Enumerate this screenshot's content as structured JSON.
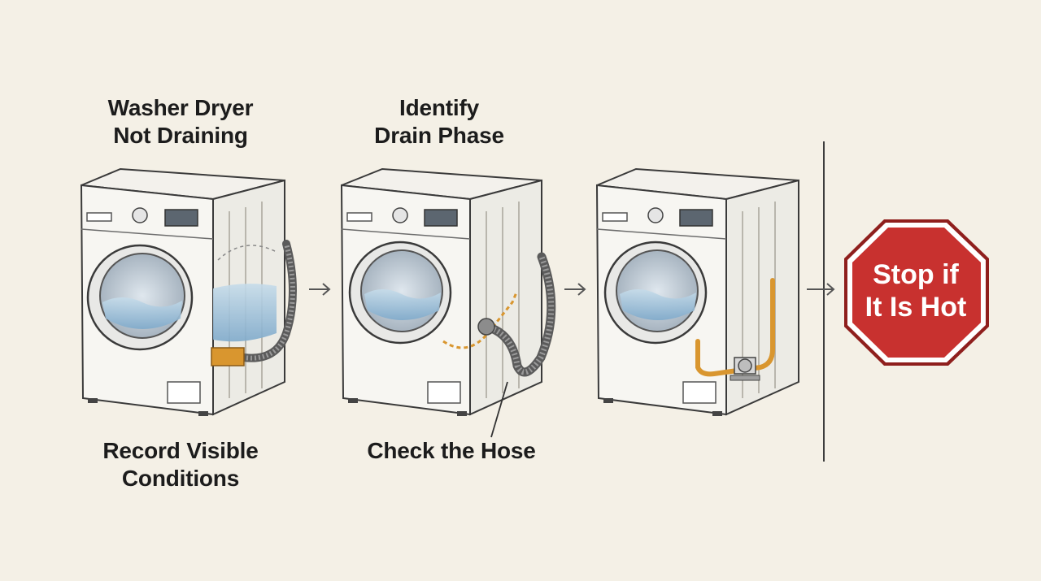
{
  "steps": {
    "step1_title": [
      "Washer Dryer",
      "Not Draining"
    ],
    "step2_title": [
      "Identify",
      "Drain Phase"
    ],
    "step3_caption": [
      "Record Visible",
      "Conditions"
    ],
    "step4_caption": "Check the Hose"
  },
  "stop_sign": {
    "lines": [
      "Stop if",
      "It Is Hot"
    ],
    "color": "#c8312f"
  },
  "icons": [
    "washer-icon",
    "arrow-right-icon",
    "stop-sign-icon",
    "drain-hose-icon",
    "drain-pump-icon"
  ],
  "colors": {
    "background": "#f4f0e6",
    "hose_highlight": "#d9962f",
    "water": "#9ec3dc"
  }
}
